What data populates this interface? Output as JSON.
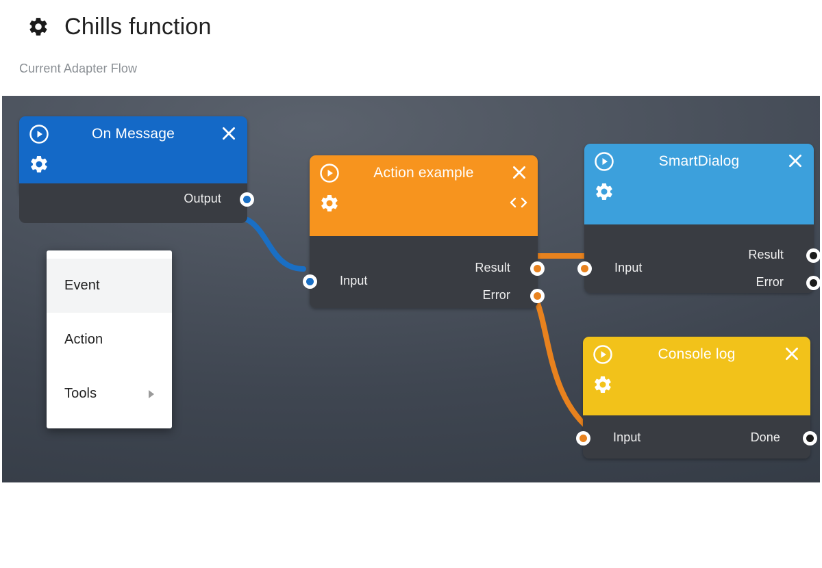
{
  "header": {
    "title": "Chills function",
    "gear_icon": "gear-icon",
    "subtitle": "Current Adapter Flow"
  },
  "canvas": {
    "background_top": "#5b626d",
    "background_bottom": "#343b45"
  },
  "nodes": [
    {
      "id": "on-message",
      "title": "On Message",
      "header_color": "#1469c7",
      "body_color": "#393c42",
      "icons": [
        "play-icon",
        "gear-icon",
        "close-icon"
      ],
      "inputs": [],
      "outputs": [
        {
          "label": "Output",
          "connected": true,
          "color": "#1a6fc4"
        }
      ]
    },
    {
      "id": "action-example",
      "title": "Action example",
      "header_color": "#f7941e",
      "body_color": "#393c42",
      "icons": [
        "play-icon",
        "gear-icon",
        "close-icon",
        "code-brackets-icon"
      ],
      "inputs": [
        {
          "label": "Input",
          "connected": true,
          "color": "#1a6fc4"
        }
      ],
      "outputs": [
        {
          "label": "Result",
          "connected": true,
          "color": "#e8821e"
        },
        {
          "label": "Error",
          "connected": true,
          "color": "#e8821e"
        }
      ]
    },
    {
      "id": "smart-dialog",
      "title": "SmartDialog",
      "header_color": "#3ca0dc",
      "body_color": "#393c42",
      "icons": [
        "play-icon",
        "gear-icon",
        "close-icon"
      ],
      "inputs": [
        {
          "label": "Input",
          "connected": true,
          "color": "#e8821e"
        }
      ],
      "outputs": [
        {
          "label": "Result",
          "connected": false,
          "color": "#1c1c1c"
        },
        {
          "label": "Error",
          "connected": false,
          "color": "#1c1c1c"
        }
      ]
    },
    {
      "id": "console-log",
      "title": "Console log",
      "header_color": "#f2c21a",
      "body_color": "#393c42",
      "icons": [
        "play-icon",
        "gear-icon",
        "close-icon"
      ],
      "inputs": [
        {
          "label": "Input",
          "connected": true,
          "color": "#e8821e"
        }
      ],
      "outputs": [
        {
          "label": "Done",
          "connected": false,
          "color": "#1c1c1c"
        }
      ]
    }
  ],
  "connections": [
    {
      "from": "on-message.Output",
      "to": "action-example.Input",
      "color": "#1a6fc4"
    },
    {
      "from": "action-example.Result",
      "to": "smart-dialog.Input",
      "color": "#e8821e"
    },
    {
      "from": "action-example.Error",
      "to": "console-log.Input",
      "color": "#e8821e"
    }
  ],
  "context_menu": {
    "items": [
      {
        "label": "Event",
        "highlighted": true,
        "has_submenu": false
      },
      {
        "label": "Action",
        "highlighted": false,
        "has_submenu": false
      },
      {
        "label": "Tools",
        "highlighted": false,
        "has_submenu": true
      }
    ]
  }
}
